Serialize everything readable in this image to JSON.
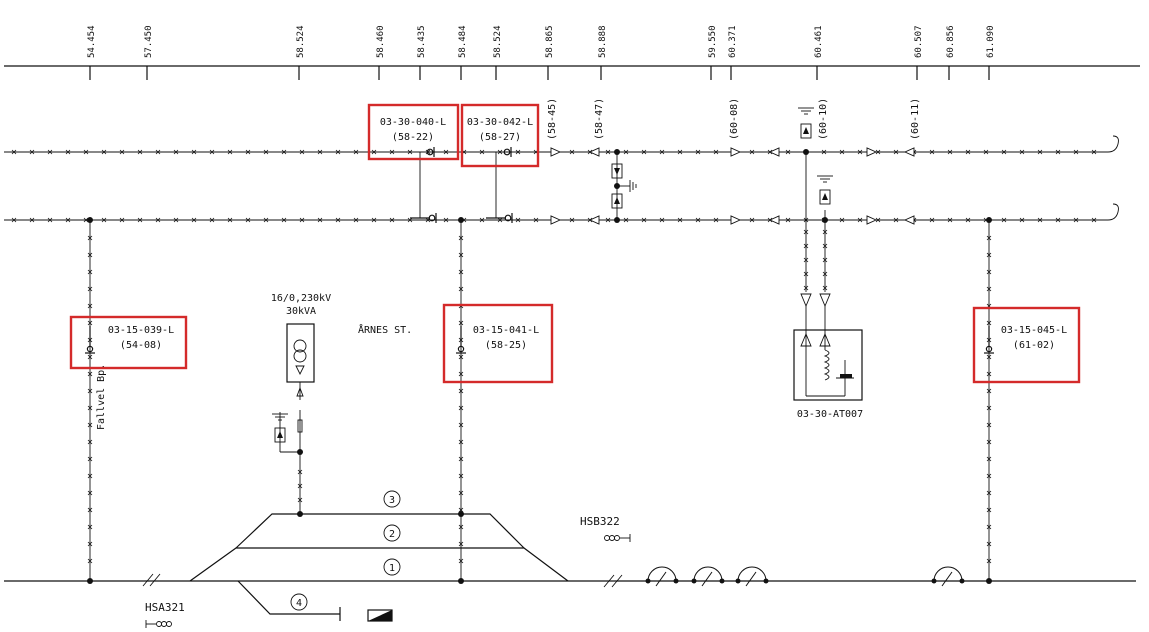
{
  "km_markers": [
    "54.454",
    "57.450",
    "58.524",
    "58.460",
    "58.435",
    "58.484",
    "58.524",
    "58.865",
    "58.888",
    "59.550",
    "60.371",
    "60.461",
    "60.507",
    "60.856",
    "61.090"
  ],
  "switch_labels": [
    {
      "id": "03-30-040-L",
      "ref": "(58-22)"
    },
    {
      "id": "03-30-042-L",
      "ref": "(58-27)"
    },
    {
      "id": "03-15-039-L",
      "ref": "(54-08)"
    },
    {
      "id": "03-15-041-L",
      "ref": "(58-25)"
    },
    {
      "id": "03-15-045-L",
      "ref": "(61-02)"
    }
  ],
  "section_labels": [
    "(58-45)",
    "(58-47)",
    "(60-08)",
    "(60-10)",
    "(60-11)"
  ],
  "transformer": {
    "line1": "16/0,230kV",
    "line2": "30kVA"
  },
  "station_name": "ÅRNES ST.",
  "side_label": "Fallvel Bp.",
  "autotransformer_label": "03-30-AT007",
  "tracks": [
    "1",
    "2",
    "3",
    "4"
  ],
  "hsb_label": "HSB322",
  "hsa_label": "HSA321"
}
